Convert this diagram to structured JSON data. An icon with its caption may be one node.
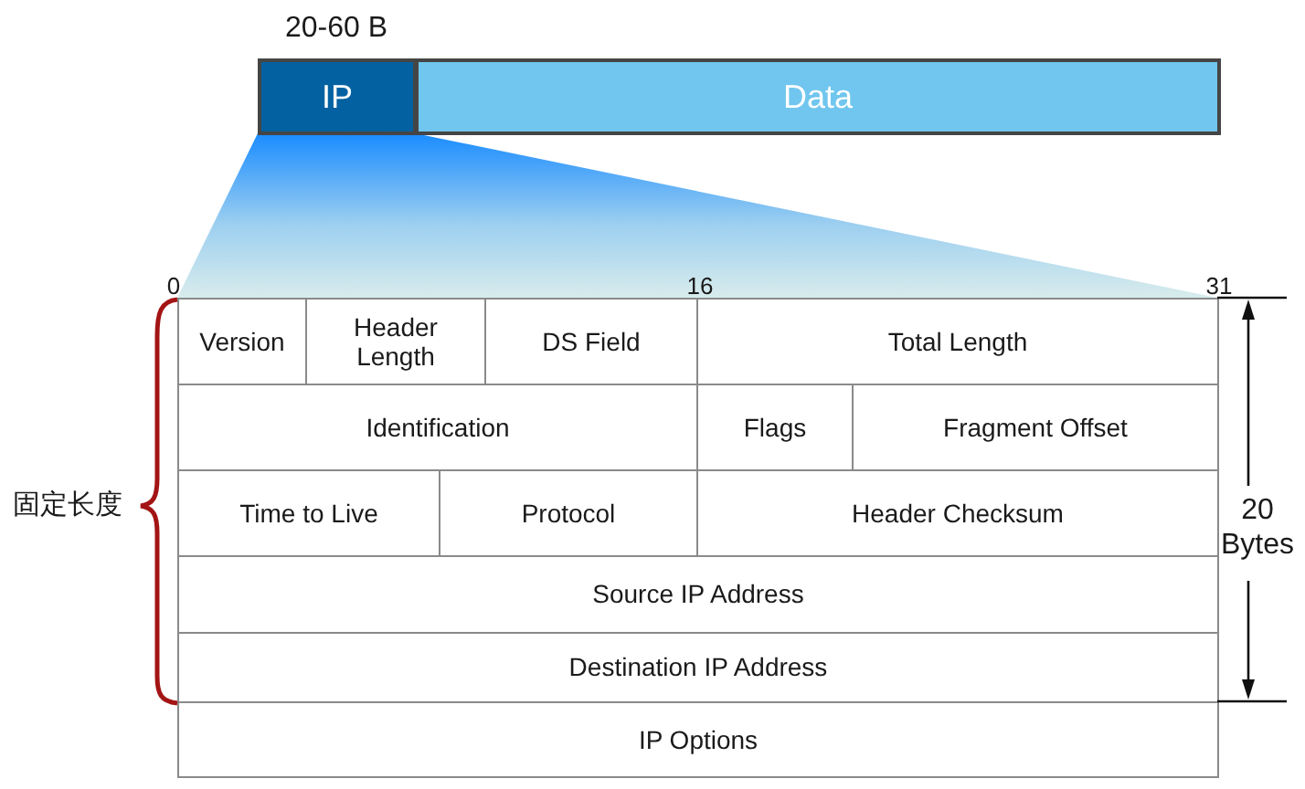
{
  "diagram": {
    "nodes": [
      {
        "text": [
          "IP"
        ],
        "beside": [
          "20-60 B"
        ]
      },
      {
        "text": [
          "Data"
        ]
      },
      {
        "text": [
          "Version"
        ]
      },
      {
        "text": [
          "Header Length"
        ]
      },
      {
        "text": [
          "DS Field"
        ]
      },
      {
        "text": [
          "Total Length"
        ]
      },
      {
        "text": [
          "Identification"
        ]
      },
      {
        "text": [
          "Flags"
        ]
      },
      {
        "text": [
          "Fragment Offset"
        ]
      },
      {
        "text": [
          "Time to Live"
        ]
      },
      {
        "text": [
          "Protocol"
        ]
      },
      {
        "text": [
          "Header Checksum"
        ]
      },
      {
        "text": [
          "Source IP Address"
        ]
      },
      {
        "text": [
          "Destination IP Address"
        ]
      },
      {
        "text": [
          "IP Options"
        ]
      }
    ],
    "labels": [
      "0",
      "16",
      "31",
      "固定长度",
      "20 Bytes"
    ]
  }
}
